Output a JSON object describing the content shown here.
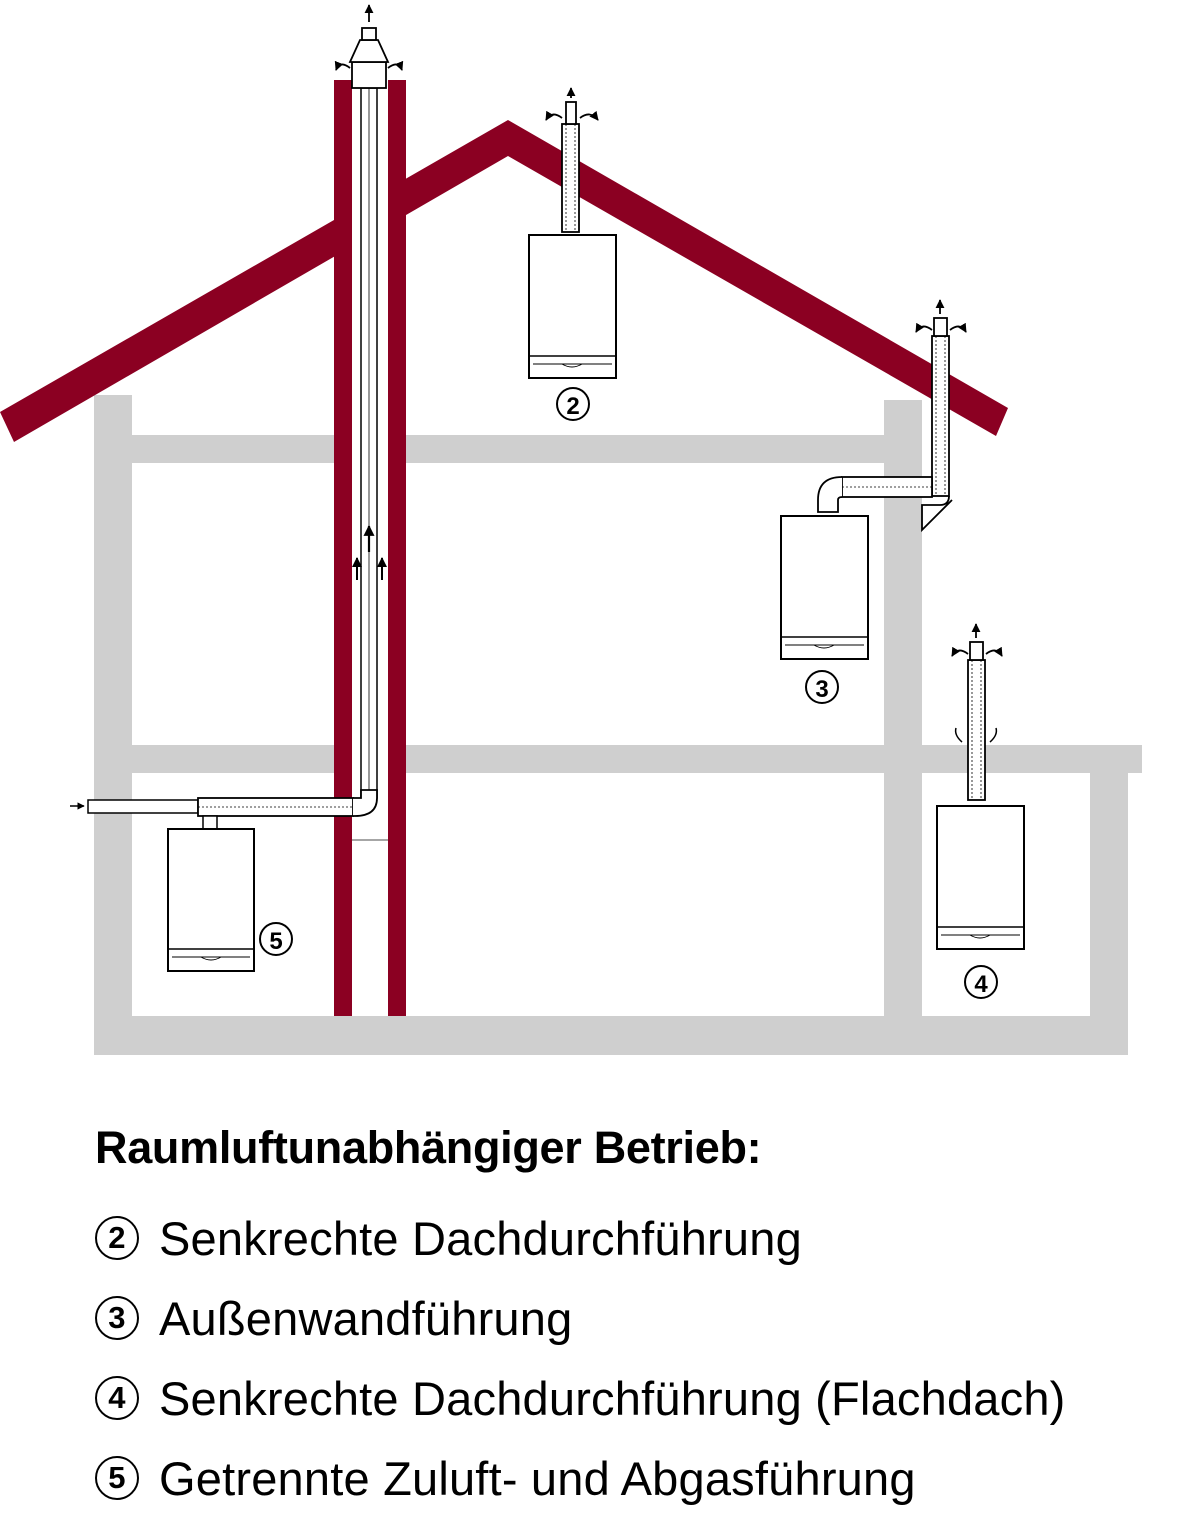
{
  "colors": {
    "roof": "#8b0022",
    "chimney": "#8b0022",
    "walls": "#cfcfcf",
    "pipe_stroke": "#000000",
    "background": "#ffffff"
  },
  "callouts": [
    {
      "number": "2",
      "name": "callout-2"
    },
    {
      "number": "3",
      "name": "callout-3"
    },
    {
      "number": "4",
      "name": "callout-4"
    },
    {
      "number": "5",
      "name": "callout-5"
    }
  ],
  "legend": {
    "title": "Raumluftunabhängiger Betrieb:",
    "items": [
      {
        "number": "2",
        "text": "Senkrechte Dachdurchführung"
      },
      {
        "number": "3",
        "text": "Außenwandführung"
      },
      {
        "number": "4",
        "text": "Senkrechte Dachdurchführung (Flachdach)"
      },
      {
        "number": "5",
        "text": "Getrennte Zuluft- und Abgasführung"
      }
    ]
  }
}
